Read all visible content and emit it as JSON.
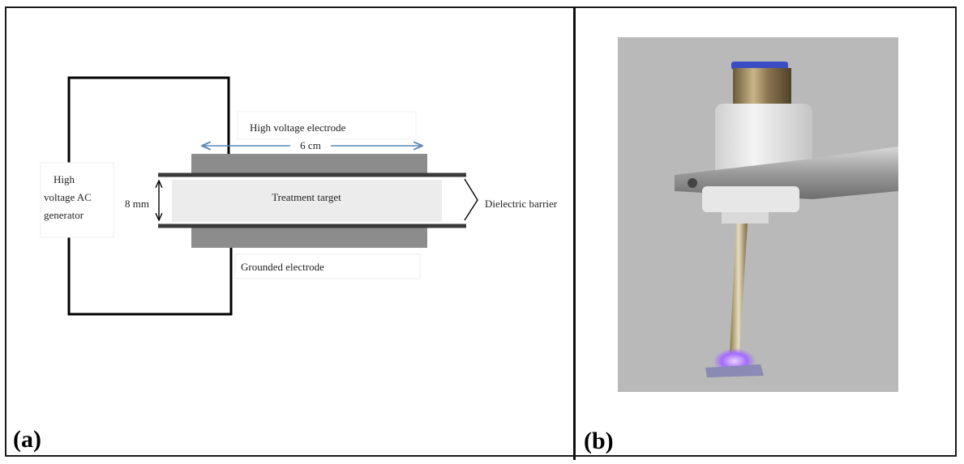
{
  "figure": {
    "panel_a": {
      "label": "(a)",
      "labels": {
        "generator": [
          "High",
          "voltage AC",
          "generator"
        ],
        "hv_electrode": "High voltage electrode",
        "width": "6 cm",
        "gap": "8 mm",
        "target": "Treatment target",
        "barrier": "Dielectric barrier",
        "grounded": "Grounded electrode"
      }
    },
    "panel_b": {
      "label": "(b)"
    }
  }
}
